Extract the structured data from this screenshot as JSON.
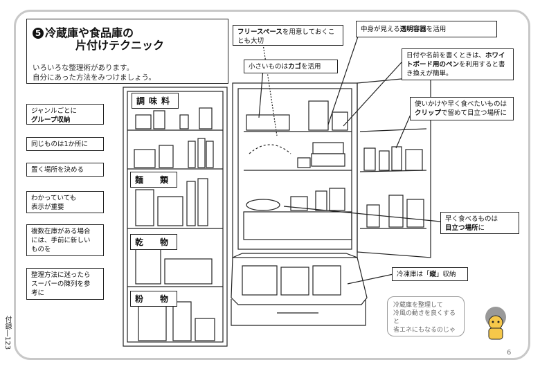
{
  "title": {
    "number": "5",
    "line1": "冷蔵庫や食品庫の",
    "line2": "片付けテクニック",
    "desc1": "いろいろな整理術があります。",
    "desc2": "自分にあった方法をみつけましょう。"
  },
  "left_tips": [
    {
      "pre": "ジャンルごとに",
      "bold": "グループ収納",
      "post": ""
    },
    {
      "pre": "同じものは1か所に",
      "bold": "",
      "post": ""
    },
    {
      "pre": "置く場所を決める",
      "bold": "",
      "post": ""
    },
    {
      "pre": "わかっていても",
      "bold": "",
      "post": "",
      "line2": "表示が重要"
    },
    {
      "pre": "複数在庫がある場合",
      "line2": "には、手前に新しい",
      "line3": "ものを",
      "bold": "",
      "post": ""
    },
    {
      "pre": "整理方法に迷ったら",
      "line2": "スーパーの陳列を参",
      "line3": "考に",
      "bold": "",
      "post": ""
    }
  ],
  "pantry_labels": [
    "調味料",
    "麺　類",
    "乾　物",
    "粉　物"
  ],
  "fridge_tips": {
    "free_space": {
      "bold": "フリースペース",
      "rest": "を用意しておくことも大切"
    },
    "transparent": {
      "pre": "中身が見える",
      "bold": "透明容器",
      "post": "を活用"
    },
    "whiteboard": {
      "pre": "日付や名前を書くときは、",
      "bold": "ホワイトボード用のペン",
      "post": "を利用すると書き換えが簡単。"
    },
    "basket": {
      "pre": "小さいものは",
      "bold": "カゴ",
      "post": "を活用"
    },
    "clip": {
      "pre": "使いかけや早く食べたいものは",
      "bold": "クリップ",
      "post": "で留めて目立つ場所に"
    },
    "eat_soon": {
      "pre": "早く食べるものは",
      "bold": "目立つ場所",
      "post": "に"
    },
    "freezer": {
      "pre": "冷凍庫は「",
      "bold": "縦",
      "post": "」収納"
    }
  },
  "bubble": {
    "line1": "冷蔵庫を整理して",
    "line2": "冷風の動きを良くすると",
    "line3": "省エネにもなるのじゃ"
  },
  "sidebar": "付録―123",
  "page_number": "6"
}
